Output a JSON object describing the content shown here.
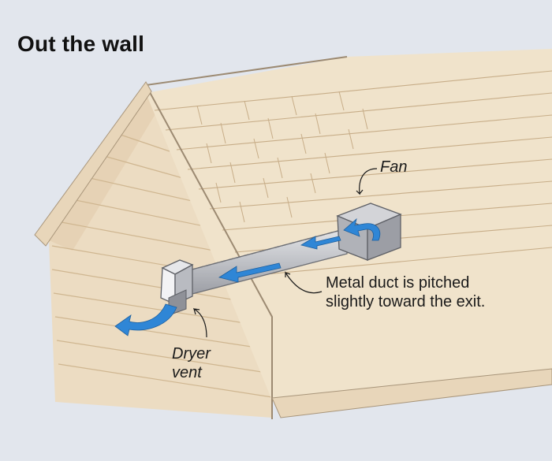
{
  "title": "Out the wall",
  "labels": {
    "fan": "Fan",
    "duct_line1": "Metal duct is pitched",
    "duct_line2": "slightly toward the exit.",
    "vent_line1": "Dryer",
    "vent_line2": "vent"
  },
  "colors": {
    "background": "#e2e6ed",
    "siding": "#ecdcc2",
    "roof": "#efe1c8",
    "shingle_line": "#c9b08c",
    "duct": "#c4c6cc",
    "arrow": "#2f86d6"
  }
}
